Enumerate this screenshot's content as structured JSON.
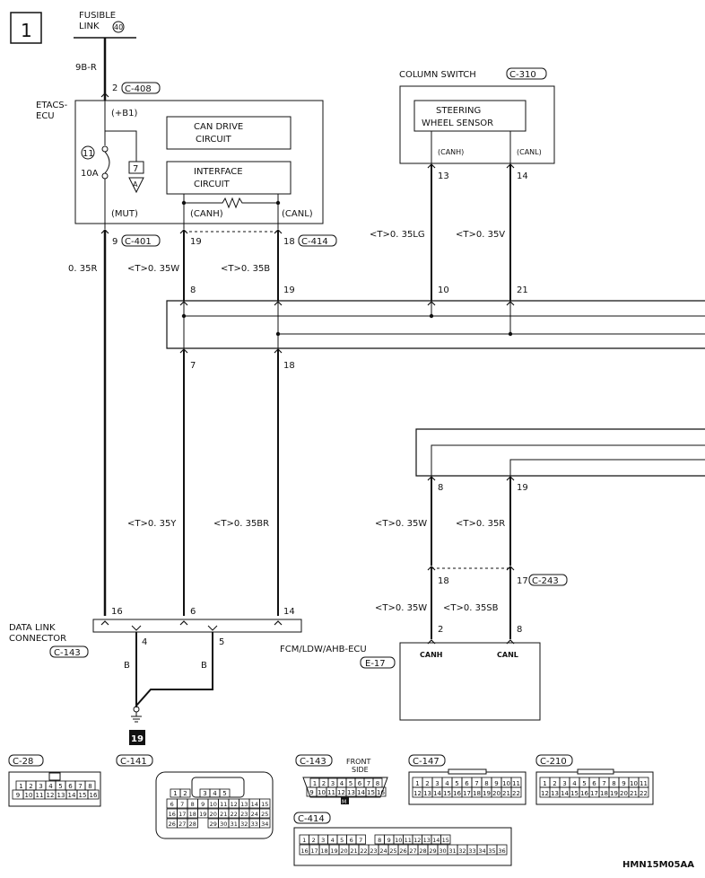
{
  "page_num": "1",
  "fusible_link": {
    "line1": "FUSIBLE",
    "line2": "LINK",
    "num": "40"
  },
  "wire_9br": "9B-R",
  "pin_2": "2",
  "conn_c408": "C-408",
  "etacs": {
    "line1": "ETACS-",
    "line2": "ECU",
    "b1": "(+B1)",
    "fuse_num": "11",
    "fuse_amp": "10A",
    "ground_num": "7",
    "ground_letter": "A",
    "mut": "(MUT)",
    "canh": "(CANH)",
    "canl": "(CANL)",
    "can_drive_1": "CAN DRIVE",
    "can_drive_2": "CIRCUIT",
    "interface_1": "INTERFACE",
    "interface_2": "CIRCUIT"
  },
  "pins_etacs": {
    "p9": "9",
    "c401": "C-401",
    "p19": "19",
    "p18": "18",
    "c414": "C-414"
  },
  "column_switch": {
    "title": "COLUMN SWITCH",
    "conn": "C-310",
    "sensor_1": "STEERING",
    "sensor_2": "WHEEL SENSOR",
    "canh": "(CANH)",
    "canl": "(CANL)",
    "p13": "13",
    "p14": "14"
  },
  "wires": {
    "w035r": "0. 35R",
    "w035w": "<T>0. 35W",
    "w035b": "<T>0. 35B",
    "w035lg": "<T>0. 35LG",
    "w035v": "<T>0. 35V",
    "w035y": "<T>0. 35Y",
    "w035br": "<T>0. 35BR",
    "w035w_b": "<T>0. 35W",
    "w035r_b": "<T>0. 35R",
    "w035w_c": "<T>0. 35W",
    "w035sb": "<T>0. 35SB"
  },
  "junction_pins": {
    "p8": "8",
    "p19": "19",
    "p10": "10",
    "p21": "21",
    "p7": "7",
    "p18": "18"
  },
  "right_pins": {
    "p8": "8",
    "p19": "19",
    "p18": "18",
    "p17": "17",
    "c243": "C-243",
    "p2": "2",
    "p8b": "8"
  },
  "dlc": {
    "line1": "DATA LINK",
    "line2": "CONNECTOR",
    "conn": "C-143",
    "p16": "16",
    "p6": "6",
    "p14": "14",
    "p4": "4",
    "p5": "5",
    "wire_b1": "B",
    "wire_b2": "B",
    "ground": "19"
  },
  "fcm": {
    "title": "FCM/LDW/AHB-ECU",
    "conn": "E-17",
    "canh": "CANH",
    "canl": "CANL"
  },
  "connectors": {
    "c28": {
      "label": "C-28",
      "row1": [
        "1",
        "2",
        "3",
        "4",
        "5",
        "6",
        "7",
        "8"
      ],
      "row2": [
        "9",
        "10",
        "11",
        "12",
        "13",
        "14",
        "15",
        "16"
      ]
    },
    "c141": {
      "label": "C-141",
      "row1": [
        "1",
        "2",
        "",
        "3",
        "4",
        "5"
      ],
      "row2": [
        "6",
        "7",
        "8",
        "9",
        "10",
        "11",
        "12",
        "13",
        "14",
        "15"
      ],
      "row3": [
        "16",
        "17",
        "18",
        "19",
        "20",
        "21",
        "22",
        "23",
        "24",
        "25"
      ],
      "row4": [
        "26",
        "27",
        "28",
        "",
        "29",
        "30",
        "31",
        "32",
        "33",
        "34"
      ]
    },
    "c143": {
      "label": "C-143",
      "front": "FRONT",
      "side": "SIDE",
      "mark": "M",
      "row1": [
        "1",
        "2",
        "3",
        "4",
        "5",
        "6",
        "7",
        "8"
      ],
      "row2": [
        "9",
        "10",
        "11",
        "12",
        "13",
        "14",
        "15",
        "16"
      ]
    },
    "c147": {
      "label": "C-147",
      "row1": [
        "1",
        "2",
        "3",
        "4",
        "5",
        "6",
        "7",
        "8",
        "9",
        "10",
        "11"
      ],
      "row2": [
        "12",
        "13",
        "14",
        "15",
        "16",
        "17",
        "18",
        "19",
        "20",
        "21",
        "22"
      ]
    },
    "c210": {
      "label": "C-210",
      "row1": [
        "1",
        "2",
        "3",
        "4",
        "5",
        "6",
        "7",
        "8",
        "9",
        "10",
        "11"
      ],
      "row2": [
        "12",
        "13",
        "14",
        "15",
        "16",
        "17",
        "18",
        "19",
        "20",
        "21",
        "22"
      ]
    },
    "c414": {
      "label": "C-414",
      "row1": [
        "1",
        "2",
        "3",
        "4",
        "5",
        "6",
        "7",
        "",
        "8",
        "9",
        "10",
        "11",
        "12",
        "13",
        "14",
        "15"
      ],
      "row2": [
        "16",
        "17",
        "18",
        "19",
        "20",
        "21",
        "22",
        "23",
        "24",
        "25",
        "26",
        "27",
        "28",
        "29",
        "30",
        "31",
        "32",
        "33",
        "34",
        "35",
        "36"
      ]
    }
  },
  "footer_code": "HMN15M05AA"
}
